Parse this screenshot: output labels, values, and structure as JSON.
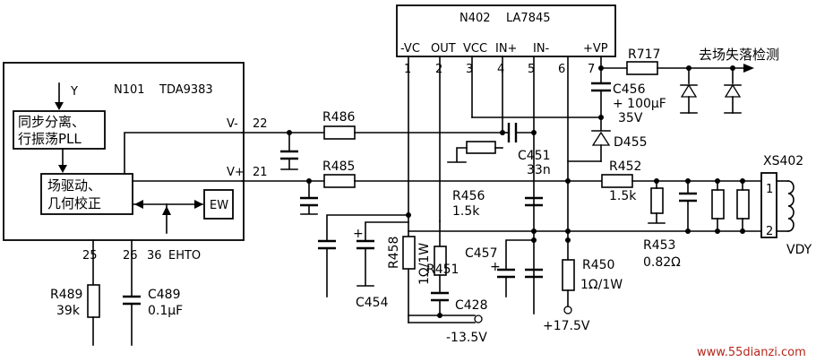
{
  "ic_n402": {
    "name": "N402",
    "model": "LA7845",
    "pins": [
      "-VC",
      "OUT",
      "VCC",
      "IN+",
      "IN-",
      "+VP"
    ],
    "pin_numbers": [
      "1",
      "2",
      "3",
      "4",
      "5",
      "6",
      "7"
    ]
  },
  "ic_n101": {
    "name": "N101",
    "model": "TDA9383",
    "input": "Y",
    "block_sync_line1": "同步分离、",
    "block_sync_line2": "行振荡PLL",
    "block_drive_line1": "场驱动、",
    "block_drive_line2": "几何校正",
    "ew": "EW",
    "pin_vminus": "V-",
    "pin_vminus_num": "22",
    "pin_vplus": "V+",
    "pin_vplus_num": "21",
    "pin25": "25",
    "pin26": "26",
    "pin36": "36",
    "ehto": "EHTO"
  },
  "parts": {
    "r717": "R717",
    "c456": "C456",
    "c456_value": "+ 100μF",
    "c456_voltage": "35V",
    "d455": "D455",
    "r486": "R486",
    "r485": "R485",
    "c451": "C451",
    "c451_value": "33n",
    "r456": "R456",
    "r456_value": "1.5k",
    "r452": "R452",
    "r452_value": "1.5k",
    "r453": "R453",
    "r453_value": "0.82Ω",
    "r458": "R458",
    "r458_value": "1Ω/1W",
    "r451": "R451",
    "c457": "C457",
    "c428": "C428",
    "r450": "R450",
    "r450_value": "1Ω/1W",
    "c454": "C454",
    "r489": "R489",
    "r489_value": "39k",
    "c489": "C489",
    "c489_value": "0.1μF",
    "xs402": "XS402",
    "vdy": "VDY",
    "xs_pin1": "1",
    "xs_pin2": "2",
    "plus": "+"
  },
  "rails": {
    "neg": "-13.5V",
    "pos": "+17.5V"
  },
  "annotations": {
    "field_loss": "去场失落检测"
  },
  "watermark": "www.55dianzi.com"
}
